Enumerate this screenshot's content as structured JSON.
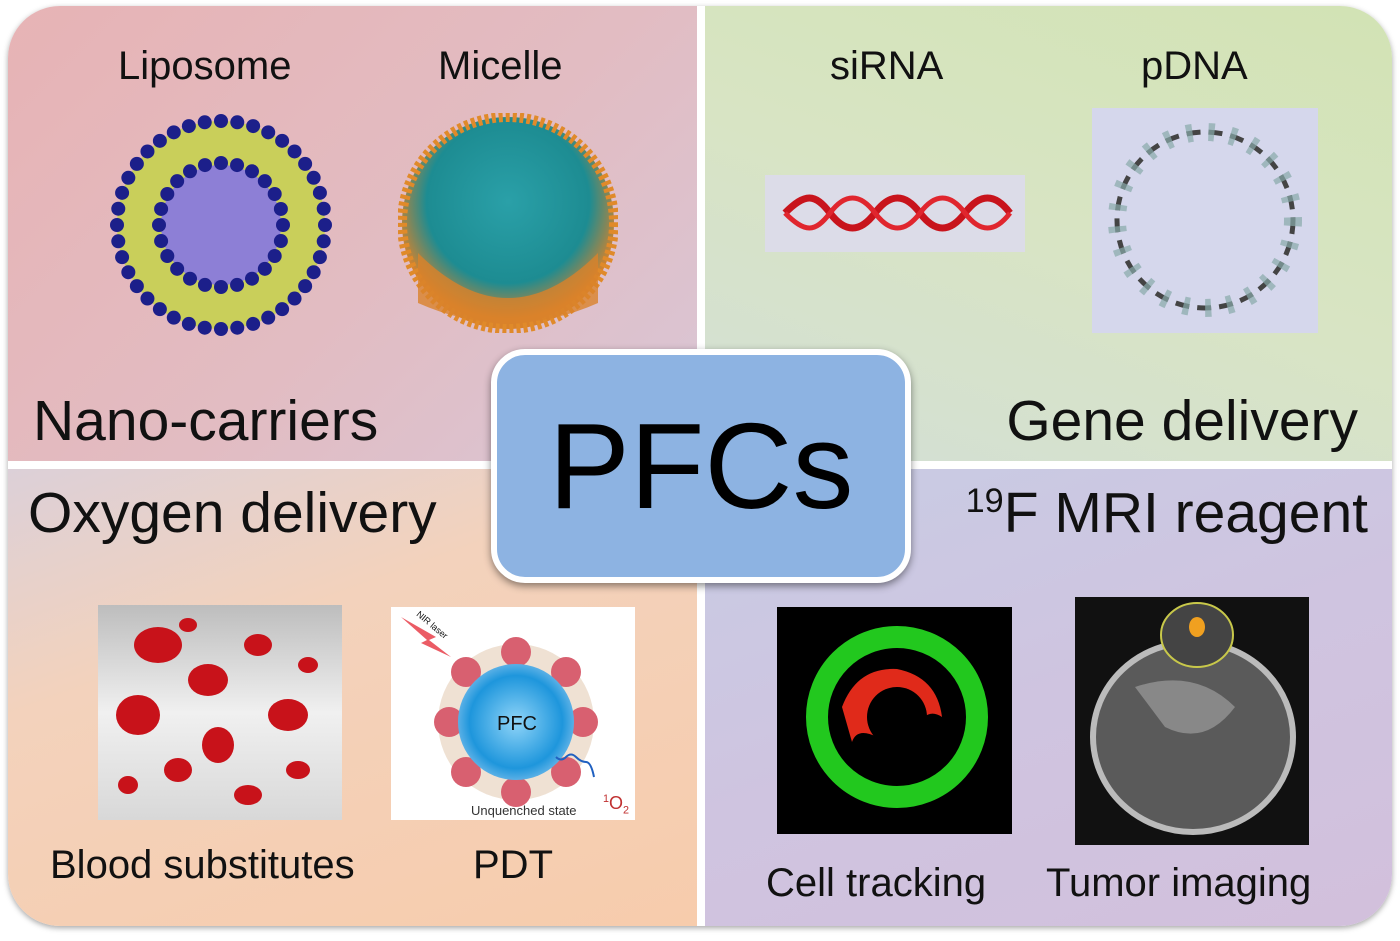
{
  "center": {
    "label": "PFCs"
  },
  "quadrants": {
    "nano_carriers": {
      "title": "Nano-carriers",
      "items": [
        "Liposome",
        "Micelle"
      ]
    },
    "gene_delivery": {
      "title": "Gene delivery",
      "items": [
        "siRNA",
        "pDNA"
      ]
    },
    "oxygen_delivery": {
      "title": "Oxygen delivery",
      "items": [
        "Blood substitutes",
        "PDT"
      ],
      "pdt_image": {
        "laser": "NIR laser",
        "core": "PFC",
        "state": "Unquenched state",
        "product": "O",
        "product_sup": "1",
        "product_sub": "2"
      }
    },
    "mri": {
      "title_sup": "19",
      "title": "F MRI reagent",
      "items": [
        "Cell tracking",
        "Tumor imaging"
      ]
    }
  },
  "colors": {
    "nano": "#e7b3b5",
    "gene": "#d2e3b4",
    "oxygen": "#f7ccac",
    "mri": "#cfc4e0",
    "center": "#8db3e2"
  }
}
